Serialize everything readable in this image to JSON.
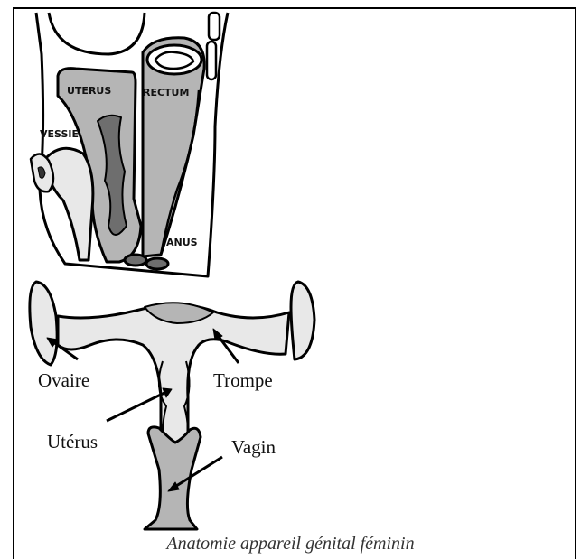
{
  "sagittal_labels": {
    "uterus": "UTERUS",
    "rectum": "RECTUM",
    "vessie": "VESSIE",
    "anus": "ANUS"
  },
  "frontal_labels": {
    "ovaire": "Ovaire",
    "trompe": "Trompe",
    "uterus": "Utérus",
    "vagin": "Vagin"
  },
  "caption": "Anatomie appareil génital féminin",
  "colors": {
    "organ_fill": "#b5b5b5",
    "organ_dark": "#6e6e6e",
    "light_fill": "#e8e8e8",
    "outline": "#000000"
  }
}
